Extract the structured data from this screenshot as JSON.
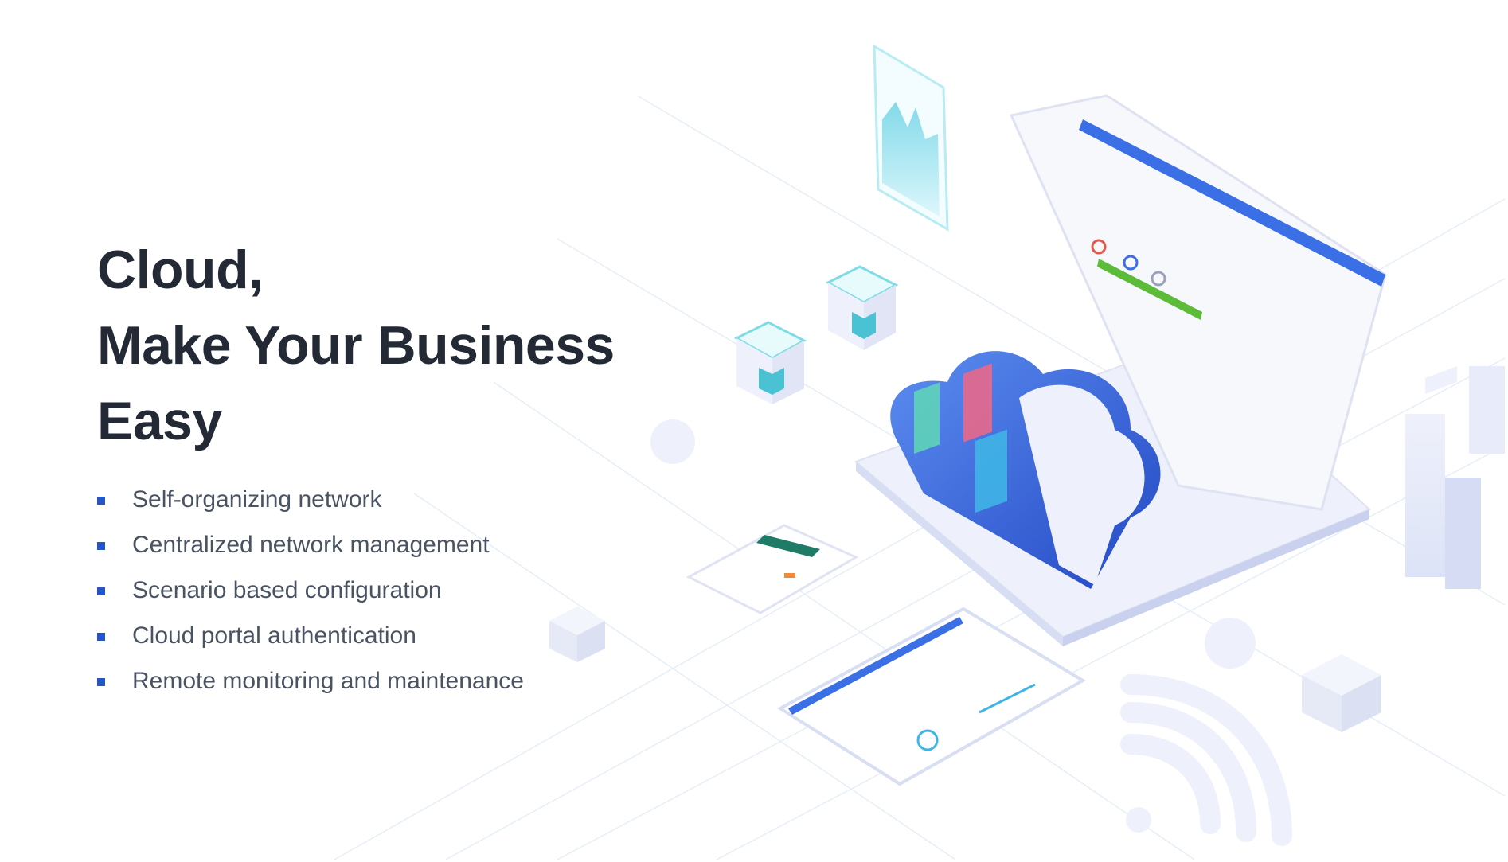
{
  "hero": {
    "headline_line1": "Cloud,",
    "headline_line2": "Make Your Business Easy",
    "features": [
      "Self-organizing network",
      "Centralized network management",
      "Scenario based configuration",
      "Cloud portal authentication",
      "Remote monitoring and maintenance"
    ]
  },
  "colors": {
    "heading": "#232a36",
    "body_text": "#4a5362",
    "bullet": "#2456c8",
    "accent_blue": "#3a6fe6",
    "accent_green": "#5dbb3a"
  }
}
